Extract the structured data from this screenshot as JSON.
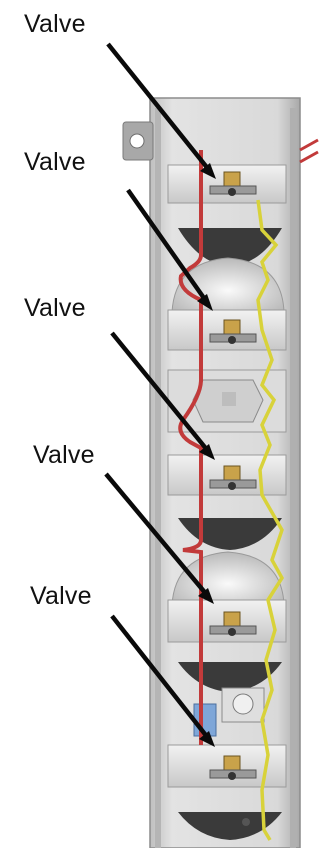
{
  "labels": [
    {
      "text": "Valve"
    },
    {
      "text": "Valve"
    },
    {
      "text": "Valve"
    },
    {
      "text": "Valve"
    },
    {
      "text": "Valve"
    }
  ],
  "colors": {
    "red_pipe": "#c23a3a",
    "yellow_pipe": "#d8d23a",
    "arrow": "#0a0a0a",
    "housing": "#c9c9c9",
    "housing_dark": "#8c8c8c",
    "tray": "#e6e6e6",
    "valve_body": "#c9a24a"
  }
}
